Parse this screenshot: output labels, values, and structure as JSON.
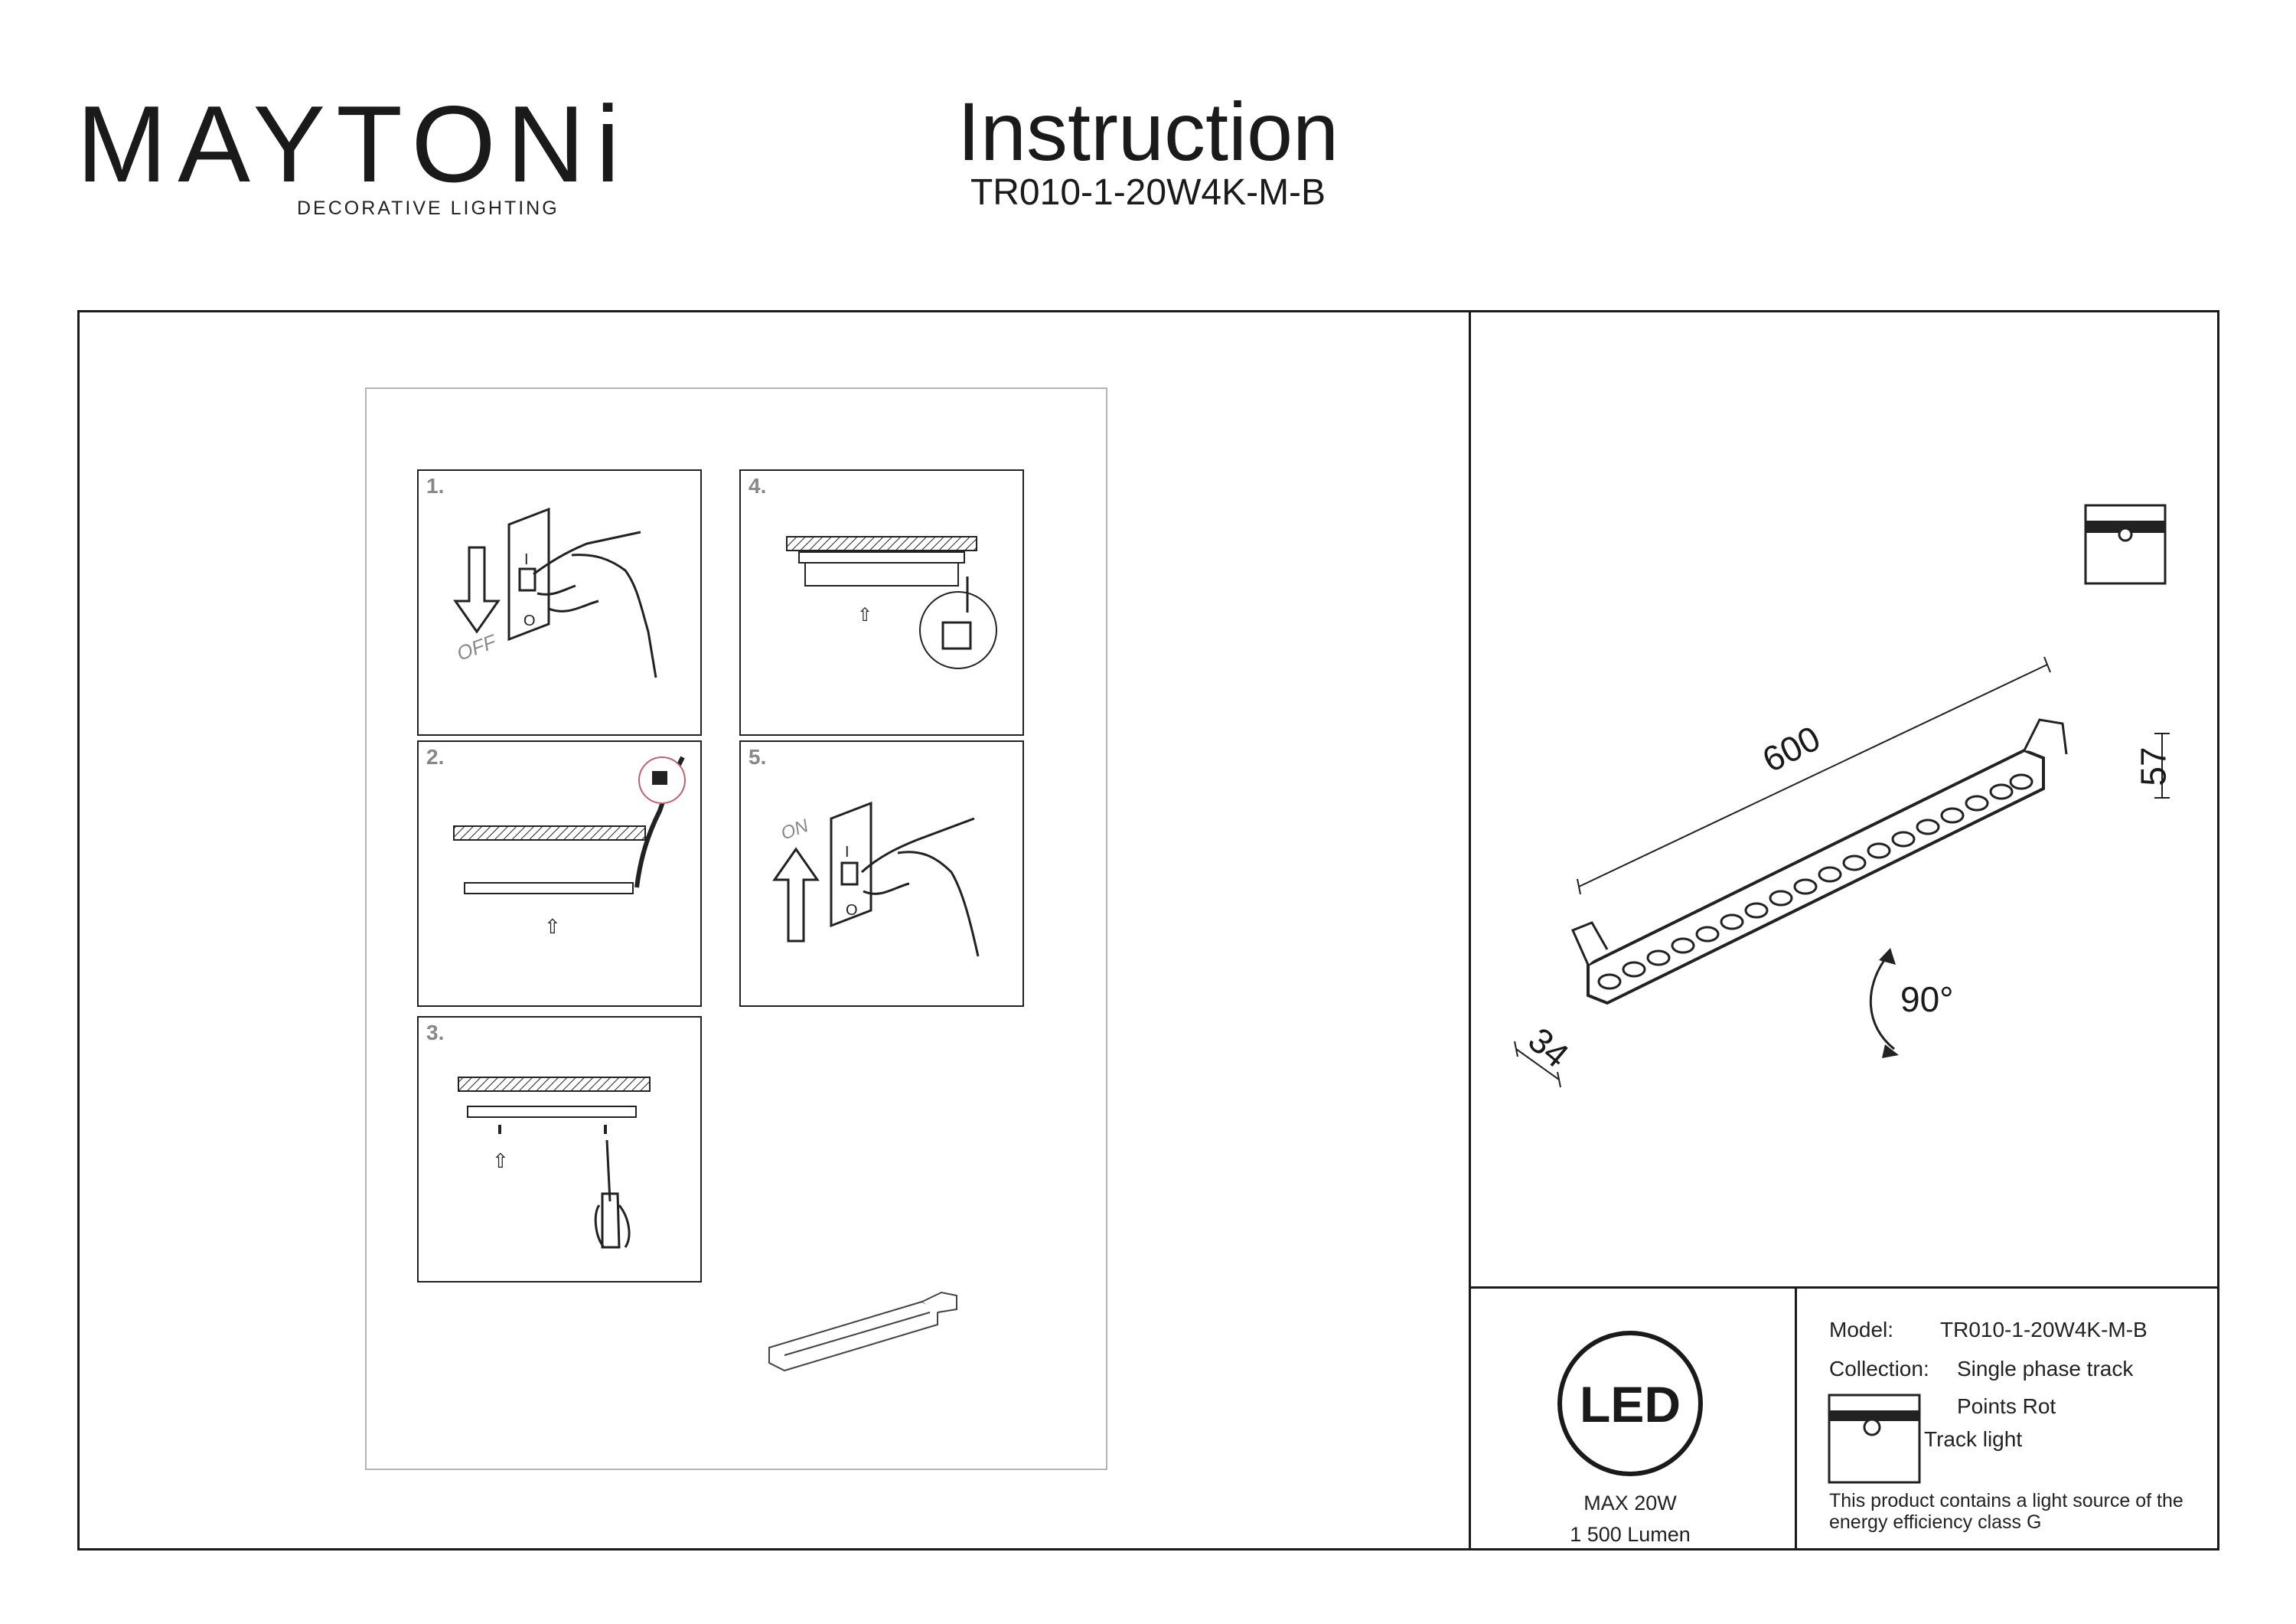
{
  "brand": {
    "logo_text": "MAYTONi",
    "tagline": "DECORATIVE LIGHTING",
    "accent_color": "#5b1a4a"
  },
  "header": {
    "title": "Instruction",
    "model": "TR010-1-20W4K-M-B"
  },
  "steps": [
    {
      "number": "1.",
      "label": "OFF"
    },
    {
      "number": "2.",
      "label": ""
    },
    {
      "number": "3.",
      "label": ""
    },
    {
      "number": "4.",
      "label": ""
    },
    {
      "number": "5.",
      "label": "ON"
    }
  ],
  "switch_marks": {
    "on": "I",
    "off": "O"
  },
  "dimensions": {
    "length": "600",
    "height": "57",
    "width": "34",
    "rotation": "90°"
  },
  "specs": {
    "led_badge": "LED",
    "max_power": "MAX 20W",
    "lumen": "1 500 Lumen"
  },
  "info": {
    "model_label": "Model:",
    "model_value": "TR010-1-20W4K-M-B",
    "collection_label": "Collection:",
    "collection_value_1": "Single phase track",
    "collection_value_2": "Points Rot",
    "type": "Track light",
    "energy_note_1": "This product contains a light source of the",
    "energy_note_2": "energy efficiency class G"
  },
  "icons": [
    "track-light-icon",
    "led-icon",
    "switch-off-icon",
    "switch-on-icon",
    "screwdriver-icon"
  ]
}
